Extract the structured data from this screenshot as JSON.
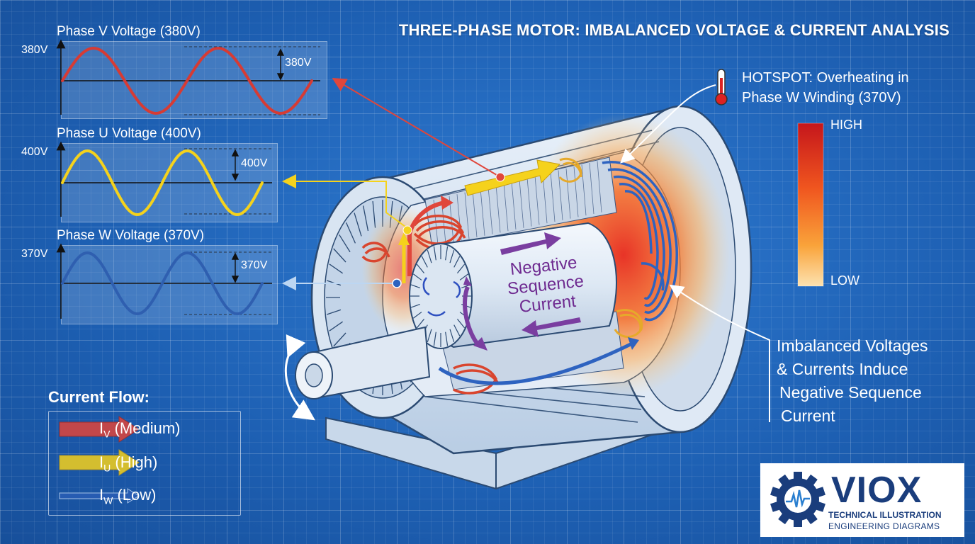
{
  "title": "THREE-PHASE MOTOR: IMBALANCED VOLTAGE & CURRENT ANALYSIS",
  "waveforms": [
    {
      "title": "Phase V Voltage (380V)",
      "ylabel": "380V",
      "amplitude": "380V",
      "color": "#d63b34"
    },
    {
      "title": "Phase U Voltage (400V)",
      "ylabel": "400V",
      "amplitude": "400V",
      "color": "#f5d21c"
    },
    {
      "title": "Phase W Voltage (370V)",
      "ylabel": "370V",
      "amplitude": "370V",
      "color": "#2f5fb0"
    }
  ],
  "hotspot": {
    "line1": "HOTSPOT: Overheating in",
    "line2": "Phase W Winding (370V)"
  },
  "heat_scale": {
    "high": "HIGH",
    "low": "LOW"
  },
  "rotor_label": {
    "line1": "Negative",
    "line2": "Sequence",
    "line3": "Current"
  },
  "note": {
    "line1": "Imbalanced Voltages",
    "line2": "& Currents Induce",
    "line3": "Negative Sequence",
    "line4": "Current"
  },
  "current_flow": {
    "title": "Current Flow:",
    "items": [
      {
        "symbol": "I",
        "sub": "V",
        "desc": "(Medium)",
        "color": "#e0463b"
      },
      {
        "symbol": "I",
        "sub": "U",
        "desc": "(High)",
        "color": "#f5d21c"
      },
      {
        "symbol": "I",
        "sub": "W",
        "desc": "(Low)",
        "color": "#2a5fb5"
      }
    ]
  },
  "logo": {
    "word": "VIOX",
    "line1": "TECHNICAL ILLUSTRATION",
    "line2": "ENGINEERING DIAGRAMS"
  },
  "colors": {
    "accent_red": "#d63b34",
    "accent_yellow": "#f5d21c",
    "accent_blue": "#2f5fb0",
    "rotor_arrow": "#7a3ea0",
    "logo_navy": "#1a3d7c"
  }
}
